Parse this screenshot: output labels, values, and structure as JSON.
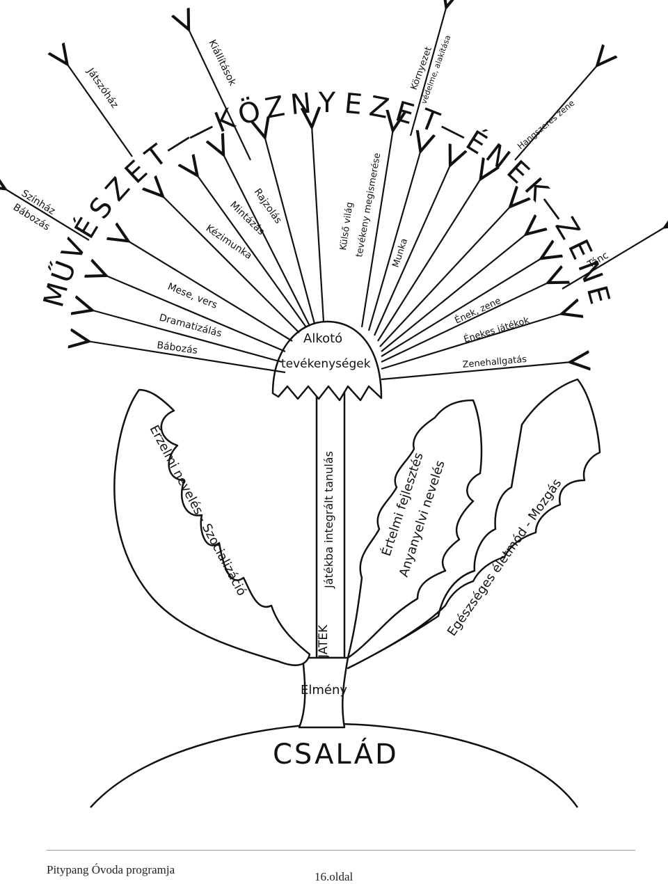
{
  "center": {
    "line1": "Alkotó",
    "line2": "tevékenységek"
  },
  "stem": {
    "label": "Játékba integrált tanulás",
    "base_label": "JÁTÉK"
  },
  "elmeny": "Élmény",
  "ground": "CSALÁD",
  "vertical_title": [
    "M",
    "Ű",
    "V",
    "É",
    "S",
    "Z",
    "E",
    "T",
    "—",
    "—",
    "K",
    "Ö",
    "Z",
    "N",
    "Y",
    "E",
    "Z",
    "E",
    "T",
    "—",
    "É",
    "N",
    "E",
    "K",
    "—",
    "Z",
    "E",
    "N",
    "E"
  ],
  "rays": {
    "babozas": "Bábozás",
    "dramatizalas": "Dramatizálás",
    "mese_vers": "Mese, vers",
    "kezimunka": "Kézimunka",
    "mintazas": "Mintázás",
    "rajzolas": "Rajzolás",
    "kulso_vilag": "Külső világ",
    "tevekeny_megismerese": "tevékeny megismerése",
    "munka": "Munka",
    "kiallitasok": "Kiállítások",
    "jatszohaz": "Játszóház",
    "szinhaz": "Színház",
    "bábozás_ext": "Bábozás",
    "kornyezet": "Környezet",
    "vedelme": "védelme, alakítása",
    "hangszeres_zene": "Hangszeres zene",
    "enek_zene": "Ének, zene",
    "enekes_jatekok": "Énekes játékok",
    "zenehallgatas": "Zenehallgatás",
    "tanc": "Tánc"
  },
  "leaves": {
    "left": "Érzelmi nevelés - Szocializáció",
    "middle_1": "Értelmi fejlesztés",
    "middle_2": "Anyanyelvi nevelés",
    "right": "Egészséges életmód - Mozgás"
  },
  "footer": {
    "program": "Pitypang Óvoda programja",
    "page": "16.oldal"
  }
}
